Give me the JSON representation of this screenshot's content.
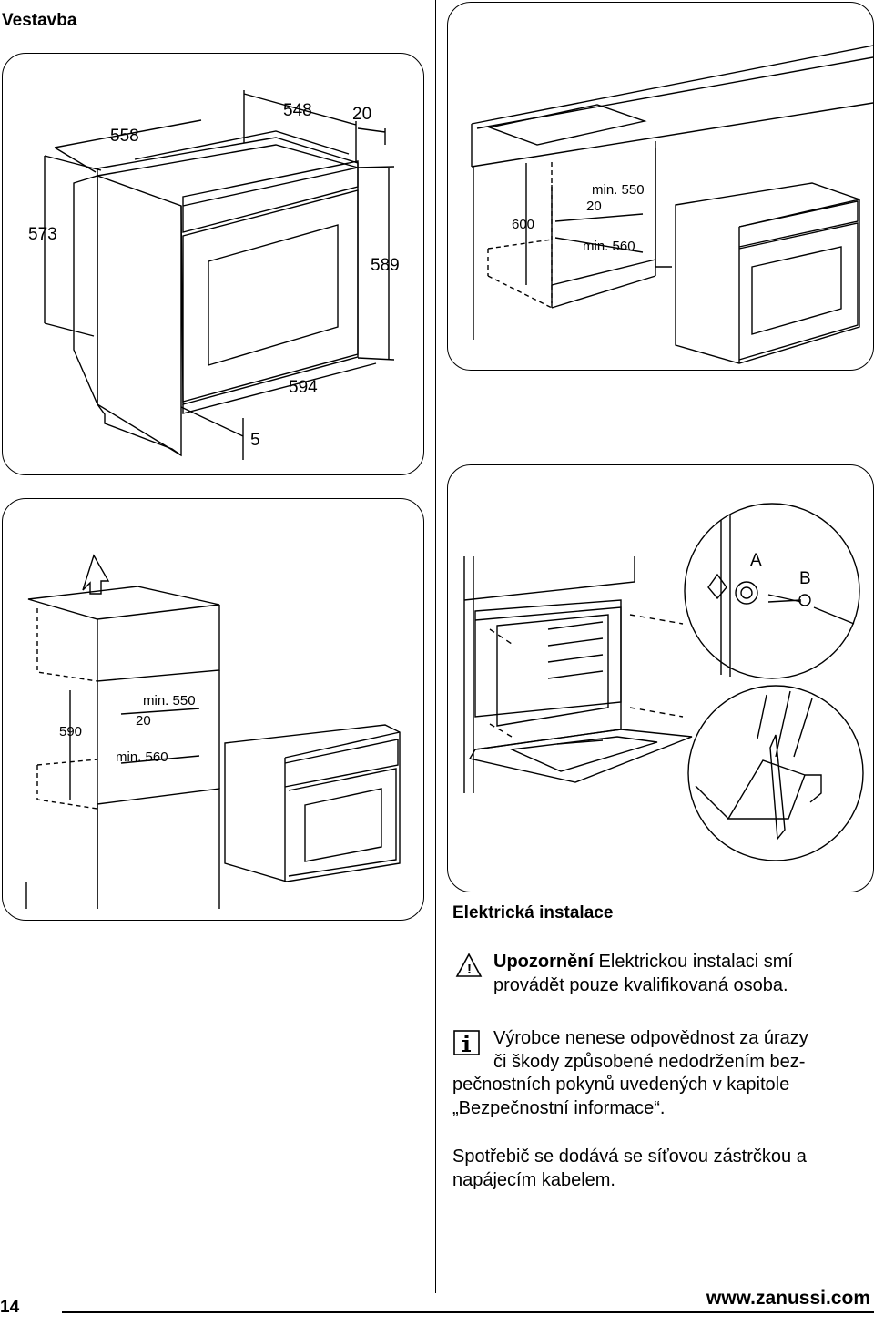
{
  "header": {
    "title": "Vestavba"
  },
  "diagrams": {
    "oven_dims": {
      "d558": "558",
      "d548": "548",
      "d20": "20",
      "d573": "573",
      "d589": "589",
      "d594": "594",
      "d5": "5"
    },
    "cabinet_under_counter": {
      "d600": "600",
      "min550": "min. 550",
      "d20": "20",
      "min560": "min. 560"
    },
    "cabinet_tall": {
      "d590": "590",
      "min550": "min. 550",
      "d20": "20",
      "min560": "min. 560"
    },
    "fixing": {
      "label_a": "A",
      "label_b": "B"
    }
  },
  "electrical": {
    "title": "Elektrická instalace",
    "warning_label": "Upozornění",
    "warning_text": " Elektrickou instalaci smí provádět pouze kvalifikovaná osoba.",
    "note_text": "Výrobce nenese odpovědnost za úrazy či škody způsobené nedodržením bezpečnostních pokynů uvedených v kapitole „Bezpečnostní informace“.",
    "note_line1": "Výrobce nenese odpovědnost za úrazy",
    "note_line2": "či škody způsobené nedodržením bez-",
    "note_line3": "pečnostních pokynů uvedených v kapitole",
    "note_line4": "„Bezpečnostní informace“.",
    "supply_line1": "Spotřebič se dodává se síťovou zástrčkou a",
    "supply_line2": "napájecím kabelem."
  },
  "footer": {
    "page_number": "14",
    "website": "www.zanussi.com"
  }
}
